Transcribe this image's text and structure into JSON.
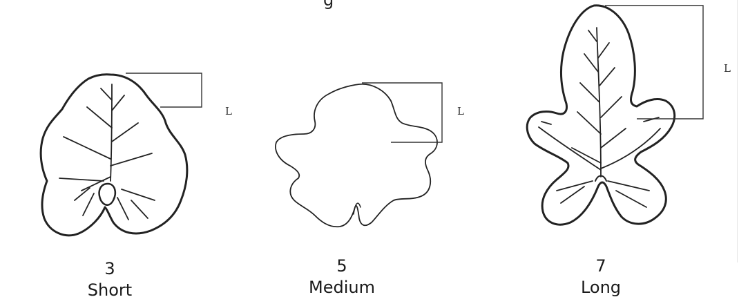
{
  "header": {
    "title_fragment": "g"
  },
  "leaves": [
    {
      "number": "3",
      "label": "Short",
      "measure_label": "L"
    },
    {
      "number": "5",
      "label": "Medium",
      "measure_label": "L"
    },
    {
      "number": "7",
      "label": "Long",
      "measure_label": "L"
    }
  ]
}
